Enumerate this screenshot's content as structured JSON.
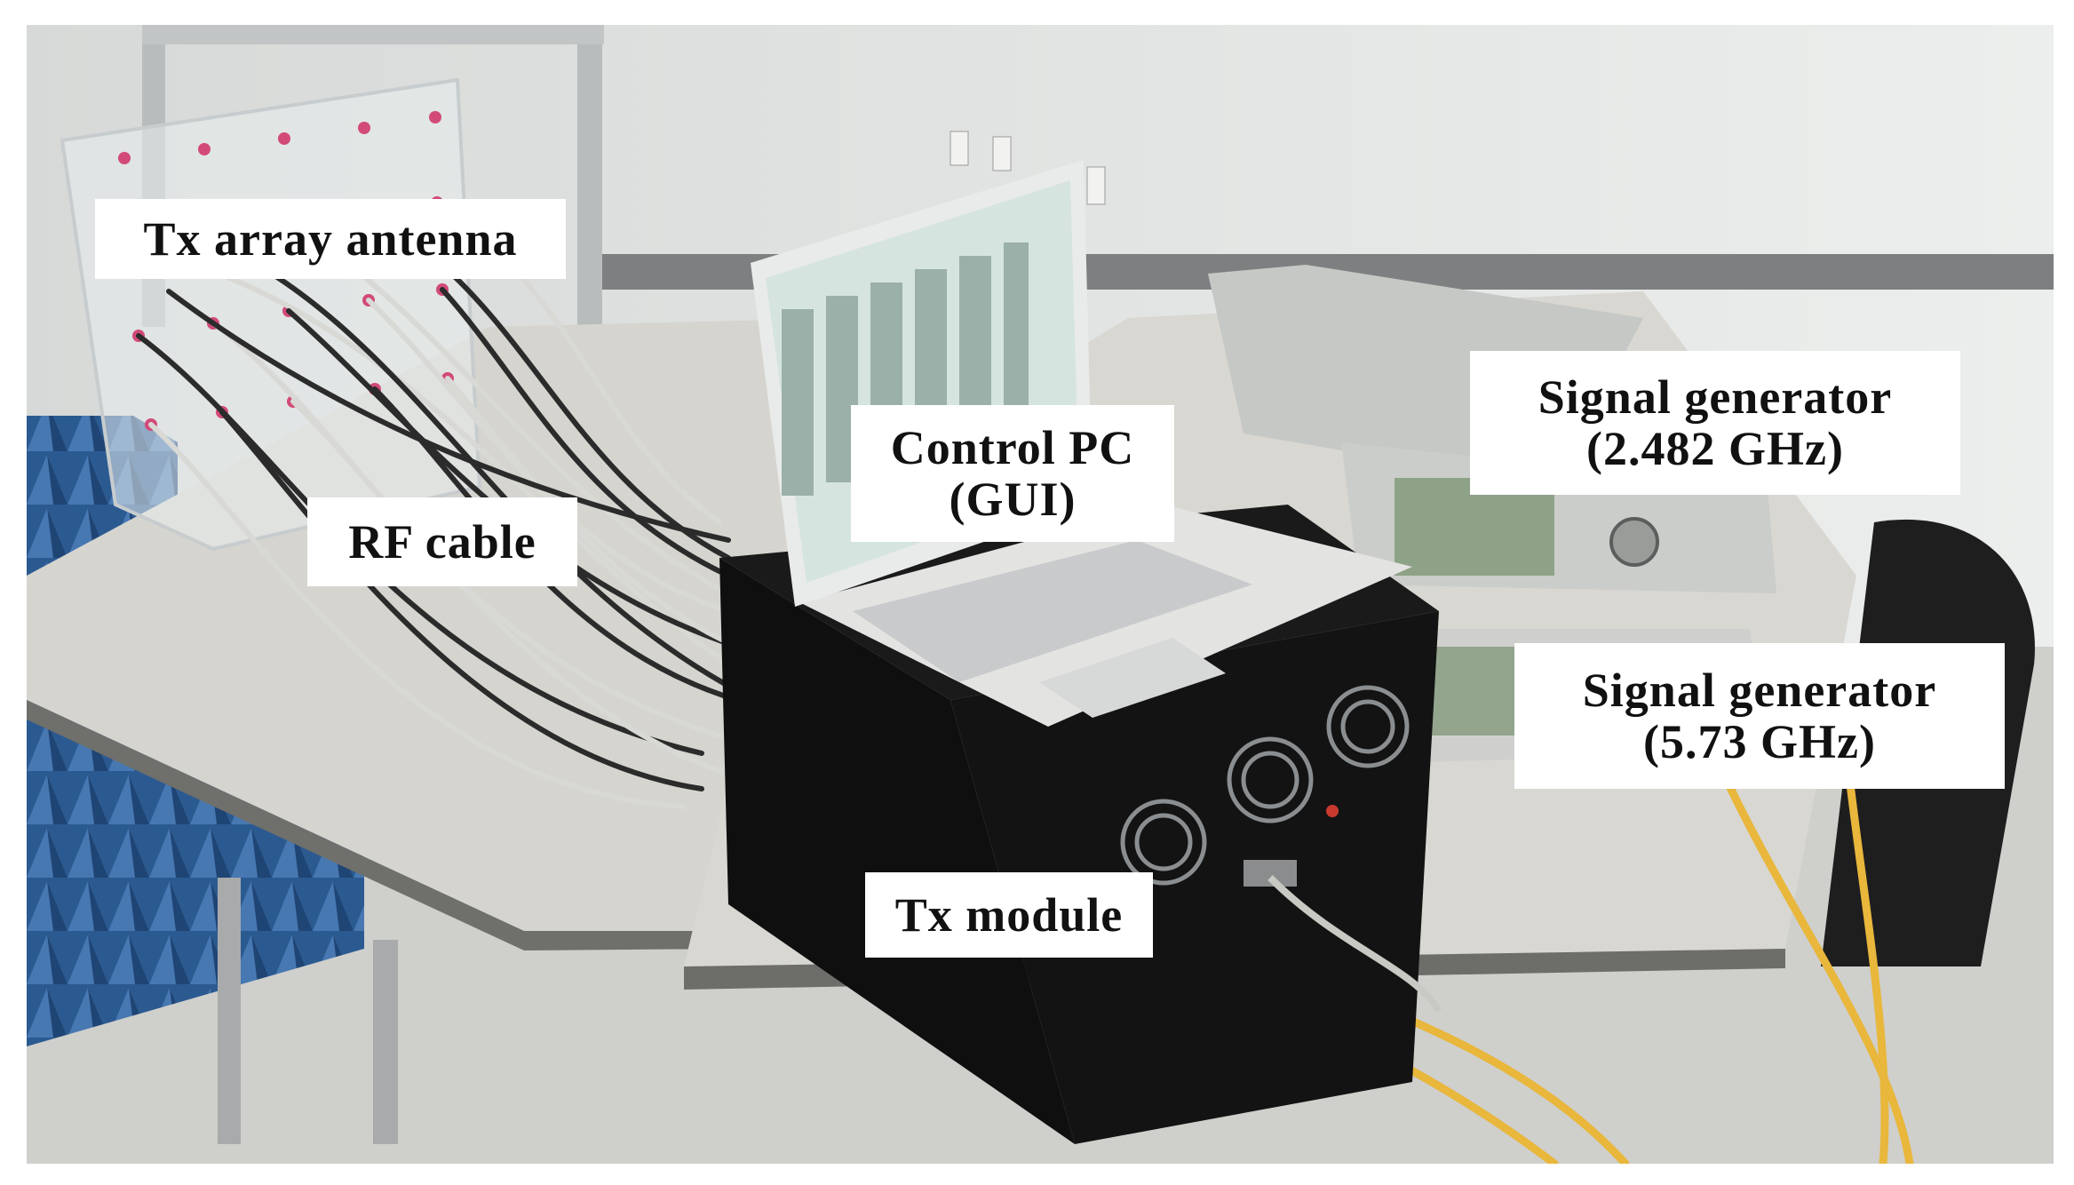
{
  "figure": {
    "labels": {
      "tx_array_antenna": "Tx array antenna",
      "rf_cable": "RF cable",
      "control_pc": {
        "line1": "Control PC",
        "line2": "(GUI)"
      },
      "signal_generator_1": {
        "line1": "Signal generator",
        "line2": "(2.482 GHz)"
      },
      "signal_generator_2": {
        "line1": "Signal generator",
        "line2": "(5.73 GHz)"
      },
      "tx_module": "Tx module"
    }
  },
  "colors": {
    "wall": "#e6e8e7",
    "table_top": "#d6d5d0",
    "absorber": "#2f5e95",
    "tx_module_case": "#141414",
    "signal_generator_body": "#c9cbc8",
    "yellow_cable": "#e9b83a",
    "label_background": "#ffffff",
    "label_text": "#111111"
  }
}
